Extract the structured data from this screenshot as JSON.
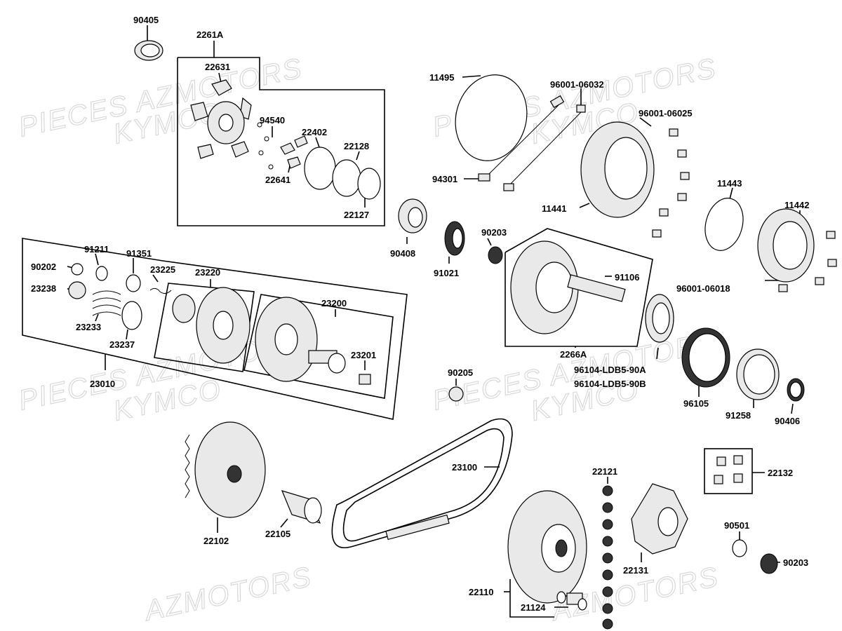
{
  "watermarks": [
    "PIECES AZMOTORS",
    "KYMCO",
    "PIECES AZMOTORS",
    "KYMCO",
    "PIECES AZMOTORS",
    "KYMCO",
    "PIECES AZMOTORS",
    "KYMCO",
    "AZMOTORS",
    "AZMOTORS"
  ],
  "labels": {
    "p90405": "90405",
    "p2261A": "2261A",
    "p22631": "22631",
    "p94540": "94540",
    "p22402": "22402",
    "p22128": "22128",
    "p22641": "22641",
    "p22127": "22127",
    "p11495": "11495",
    "p96001_06032": "96001-06032",
    "p96001_06025": "96001-06025",
    "p94301": "94301",
    "p11441": "11441",
    "p11443": "11443",
    "p11442": "11442",
    "p96001_06018": "96001-06018",
    "p90408": "90408",
    "p91021": "91021",
    "p90203a": "90203",
    "p91106": "91106",
    "p2266A": "2266A",
    "p96104a": "96104-LDB5-90A",
    "p96104b": "96104-LDB5-90B",
    "p96105": "96105",
    "p91258": "91258",
    "p90406": "90406",
    "p90205": "90205",
    "p91211": "91211",
    "p91351": "91351",
    "p90202": "90202",
    "p23225": "23225",
    "p23220": "23220",
    "p23238": "23238",
    "p23200": "23200",
    "p23233": "23233",
    "p23237": "23237",
    "p23201": "23201",
    "p23010": "23010",
    "p23100": "23100",
    "p22121": "22121",
    "p22132": "22132",
    "p22102": "22102",
    "p22105": "22105",
    "p22131": "22131",
    "p90501": "90501",
    "p90203b": "90203",
    "p22110": "22110",
    "p21124": "21124"
  }
}
